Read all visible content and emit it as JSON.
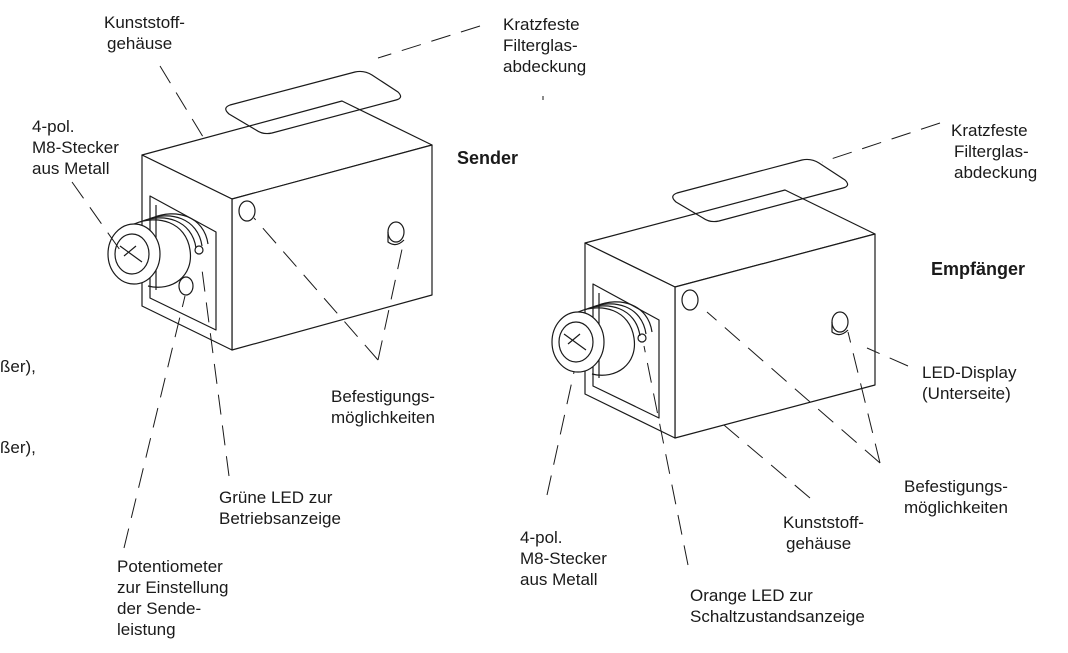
{
  "sender": {
    "title": "Sender",
    "housing": [
      "Kunststoff-",
      "gehäuse"
    ],
    "cover": [
      "Kratzfeste",
      "Filterglas-",
      "abdeckung"
    ],
    "connector": [
      "4-pol.",
      "M8-Stecker",
      "aus Metall"
    ],
    "mounting": [
      "Befestigungs-",
      "möglichkeiten"
    ],
    "led": [
      "Grüne LED zur",
      "Betriebsanzeige"
    ],
    "potentiometer": [
      "Potentiometer",
      "zur Einstellung",
      "der Sende-",
      "leistung"
    ]
  },
  "receiver": {
    "title": "Empfänger",
    "cover": [
      "Kratzfeste",
      "Filterglas-",
      "abdeckung"
    ],
    "display": [
      "LED-Display",
      "(Unterseite)"
    ],
    "mounting": [
      "Befestigungs-",
      "möglichkeiten"
    ],
    "housing": [
      "Kunststoff-",
      "gehäuse"
    ],
    "connector": [
      "4-pol.",
      "M8-Stecker",
      "aus Metall"
    ],
    "led": [
      "Orange LED zur",
      "Schaltzustandsanzeige"
    ]
  },
  "left_edge_fragments": [
    "ßer),",
    "ßer),"
  ]
}
